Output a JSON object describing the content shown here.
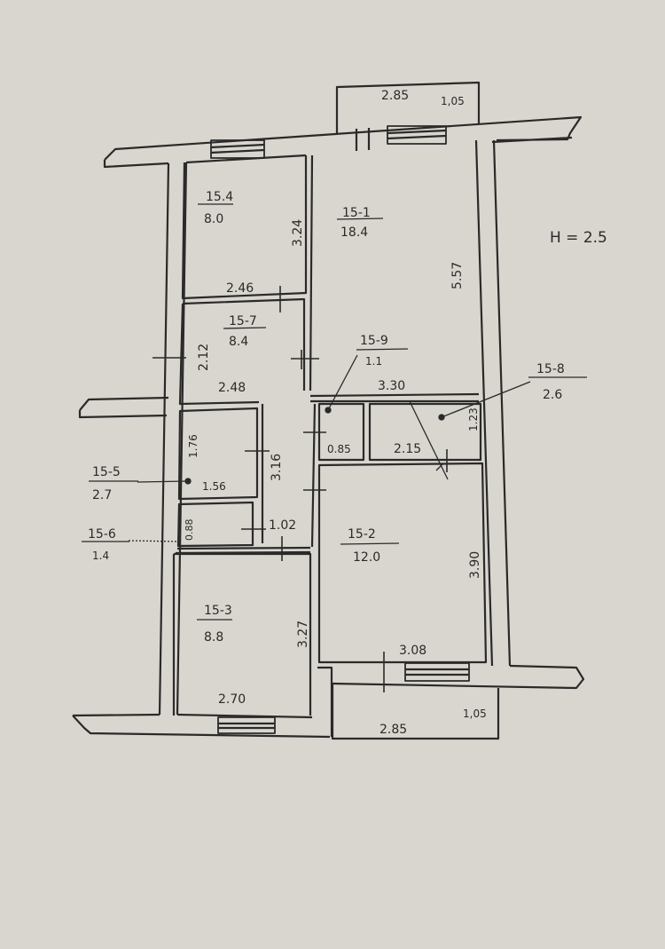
{
  "height_note": "H = 2.5",
  "rooms": [
    {
      "id": "15.4",
      "area": "8.0"
    },
    {
      "id": "15-1",
      "area": "18.4"
    },
    {
      "id": "15-7",
      "area": "8.4"
    },
    {
      "id": "15-9",
      "area": "1.1"
    },
    {
      "id": "15-8",
      "area": "2.6"
    },
    {
      "id": "15-5",
      "area": "2.7"
    },
    {
      "id": "15-6",
      "area": "1.4"
    },
    {
      "id": "15-2",
      "area": "12.0"
    },
    {
      "id": "15-3",
      "area": "8.8"
    }
  ],
  "dimensions": {
    "balcony_top_len": "2.85",
    "balcony_top_depth": "1,05",
    "r154_height": "3.24",
    "r154_width": "2.46",
    "r151_height": "5.57",
    "r151_width": "3.30",
    "r157_height": "2.12",
    "r157_width": "2.48",
    "corridor_len": "3.16",
    "r155_height": "1.76",
    "r155_width": "1.56",
    "r156_height": "0.88",
    "r156_width": "1.02",
    "r159_width": "0.85",
    "r158_width": "2.15",
    "r158_height": "1.23",
    "r152_height": "3.90",
    "r152_width": "3.08",
    "r153_height": "3.27",
    "r153_width": "2.70",
    "balcony_bottom_len": "2.85",
    "balcony_bottom_depth": "1,05"
  }
}
